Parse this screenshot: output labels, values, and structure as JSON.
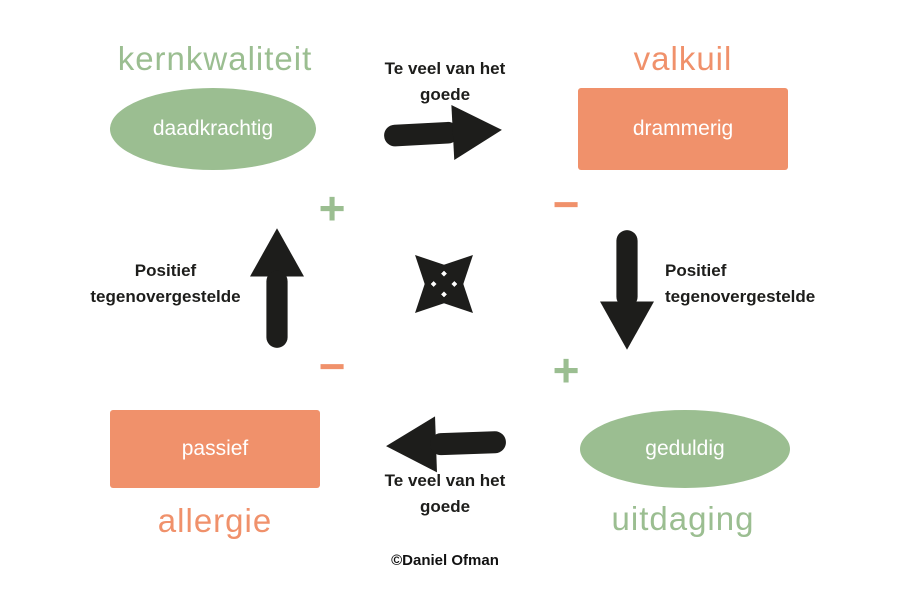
{
  "colors": {
    "green": "#9BBE91",
    "orange": "#F0916B",
    "black": "#1D1D1B"
  },
  "quadrants": {
    "core_quality": {
      "heading": "kernkwaliteit",
      "value": "daadkrachtig"
    },
    "pitfall": {
      "heading": "valkuil",
      "value": "drammerig"
    },
    "allergy": {
      "heading": "allergie",
      "value": "passief"
    },
    "challenge": {
      "heading": "uitdaging",
      "value": "geduldig"
    }
  },
  "labels": {
    "too_much_top": "Te veel van het goede",
    "too_much_bottom": "Te veel van het goede",
    "positive_opposite_left": "Positief tegenovergestelde",
    "positive_opposite_right": "Positief tegenovergestelde"
  },
  "signs": {
    "top_left": "+",
    "top_right": "−",
    "bottom_left": "−",
    "bottom_right": "+"
  },
  "credit": "©Daniel Ofman"
}
